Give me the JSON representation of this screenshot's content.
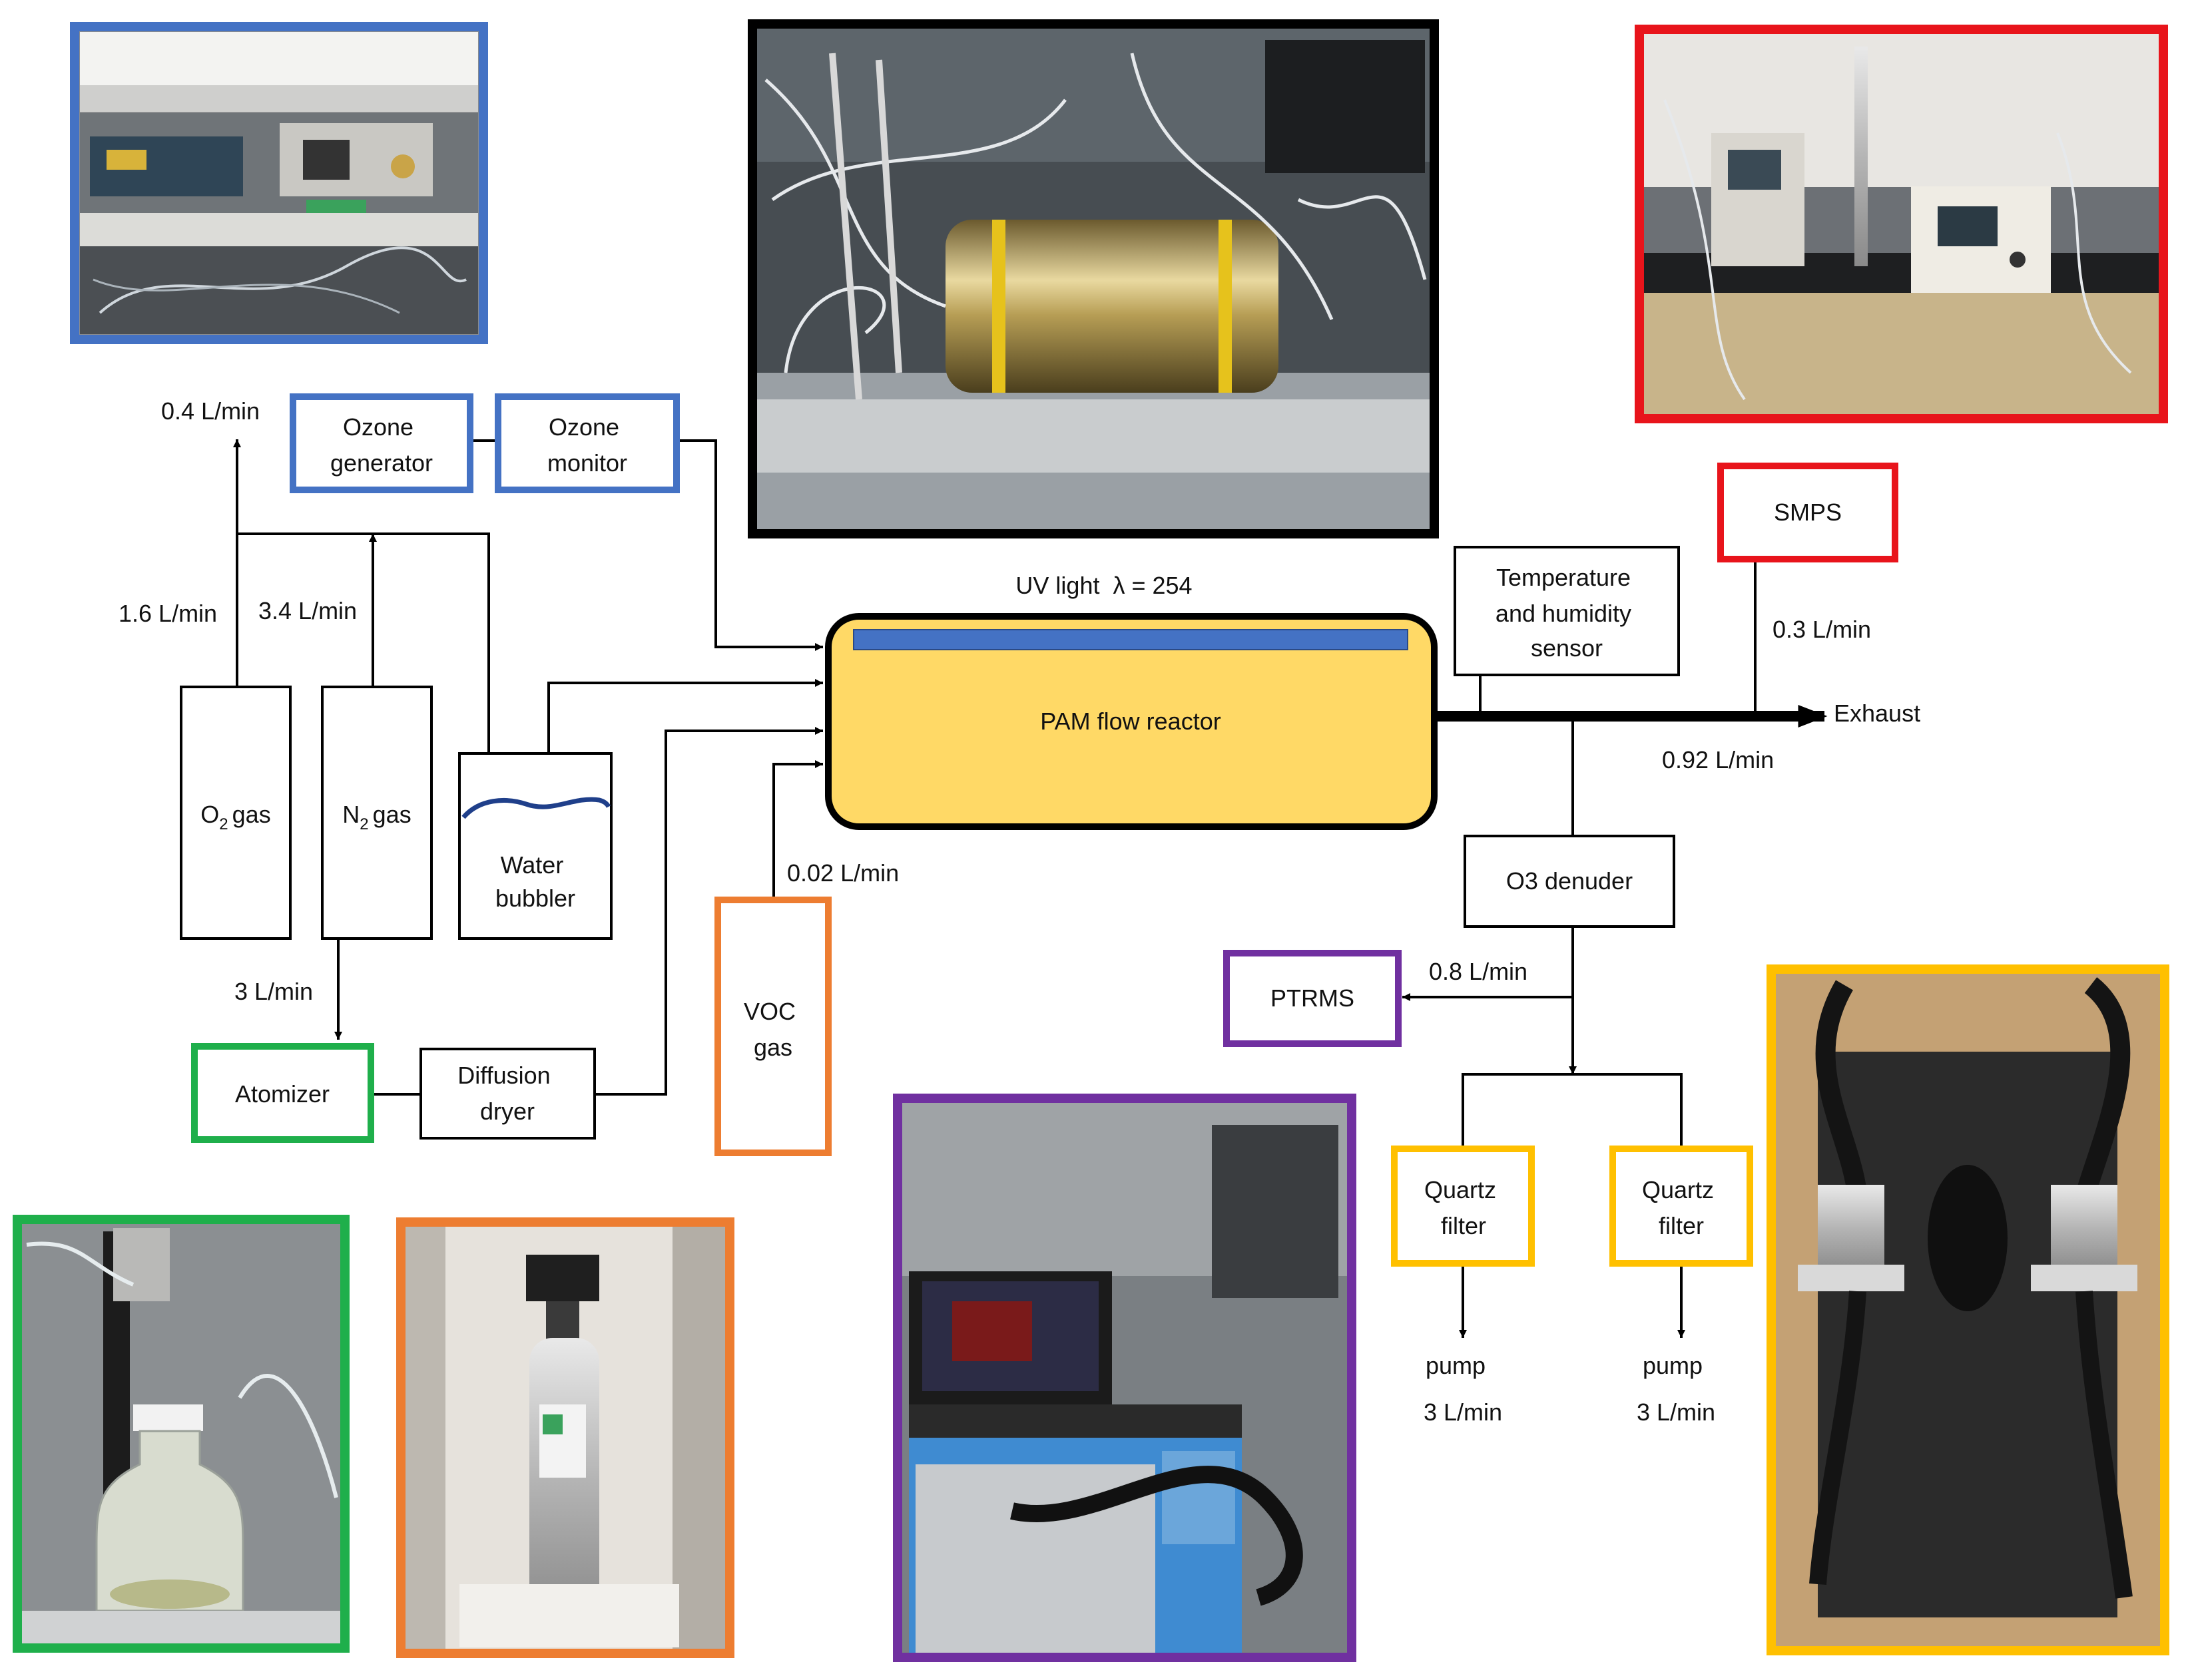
{
  "colors": {
    "blue": "#4472C4",
    "red": "#E8141B",
    "green": "#1FAF4B",
    "orange": "#ED7D31",
    "purple": "#7030A0",
    "yellow": "#FFC000",
    "reactor_fill": "#FFD966",
    "uv_lamp": "#4472C4",
    "line": "#000000"
  },
  "boxes": {
    "ozone_generator": [
      "Ozone",
      "generator"
    ],
    "ozone_monitor": [
      "Ozone",
      "monitor"
    ],
    "o2_gas": {
      "main": "O",
      "sub": "2",
      "tail": "gas"
    },
    "n2_gas": {
      "main": "N",
      "sub": "2",
      "tail": "gas"
    },
    "water_bubbler": [
      "Water",
      "bubbler"
    ],
    "atomizer": "Atomizer",
    "diffusion_dryer": [
      "Diffusion",
      "dryer"
    ],
    "voc_gas": [
      "VOC",
      "gas"
    ],
    "pam_reactor": "PAM flow reactor",
    "temp_humidity_sensor": [
      "Temperature",
      "and humidity",
      "sensor"
    ],
    "smps": "SMPS",
    "o3_denuder": "O3 denuder",
    "ptrms": "PTRMS",
    "quartz_filter_left": [
      "Quartz",
      "filter"
    ],
    "quartz_filter_right": [
      "Quartz",
      "filter"
    ]
  },
  "flows": {
    "o2_to_ozone": "0.4 L/min",
    "o2_total": "1.6 L/min",
    "n2_to_bubbler": "3.4 L/min",
    "n2_to_atomizer": "3 L/min",
    "voc": "0.02 L/min",
    "smps": "0.3 L/min",
    "exhaust_flow": "0.92 L/min",
    "ptrms": "0.8 L/min",
    "pump_left": "3 L/min",
    "pump_right": "3 L/min"
  },
  "labels": {
    "uv_light": "UV light  λ = 254",
    "exhaust": "Exhaust",
    "pump_left": "pump",
    "pump_right": "pump"
  }
}
